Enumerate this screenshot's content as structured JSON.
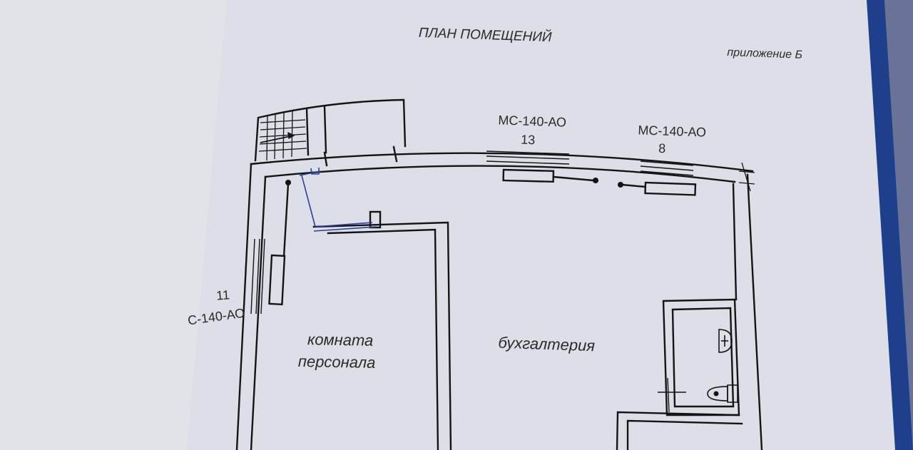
{
  "document": {
    "title": "ПЛАН ПОМЕЩЕНИЙ",
    "appendix": "приложение Б"
  },
  "plan": {
    "rooms": [
      {
        "line1": "комната",
        "line2": "персонала"
      },
      {
        "line1": "бухгалтерия"
      }
    ],
    "fixtures": [
      {
        "model": "МС-140-АО",
        "number": "13"
      },
      {
        "model": "МС-140-АО",
        "number": "8"
      },
      {
        "model": "С-140-АО",
        "number": "11"
      }
    ]
  },
  "colors": {
    "paper": "#dcdfe6",
    "page_left": "#e2e4ea",
    "ink": "#141418",
    "pen": "#2c3f9a",
    "binder": "#1e3f8c"
  }
}
